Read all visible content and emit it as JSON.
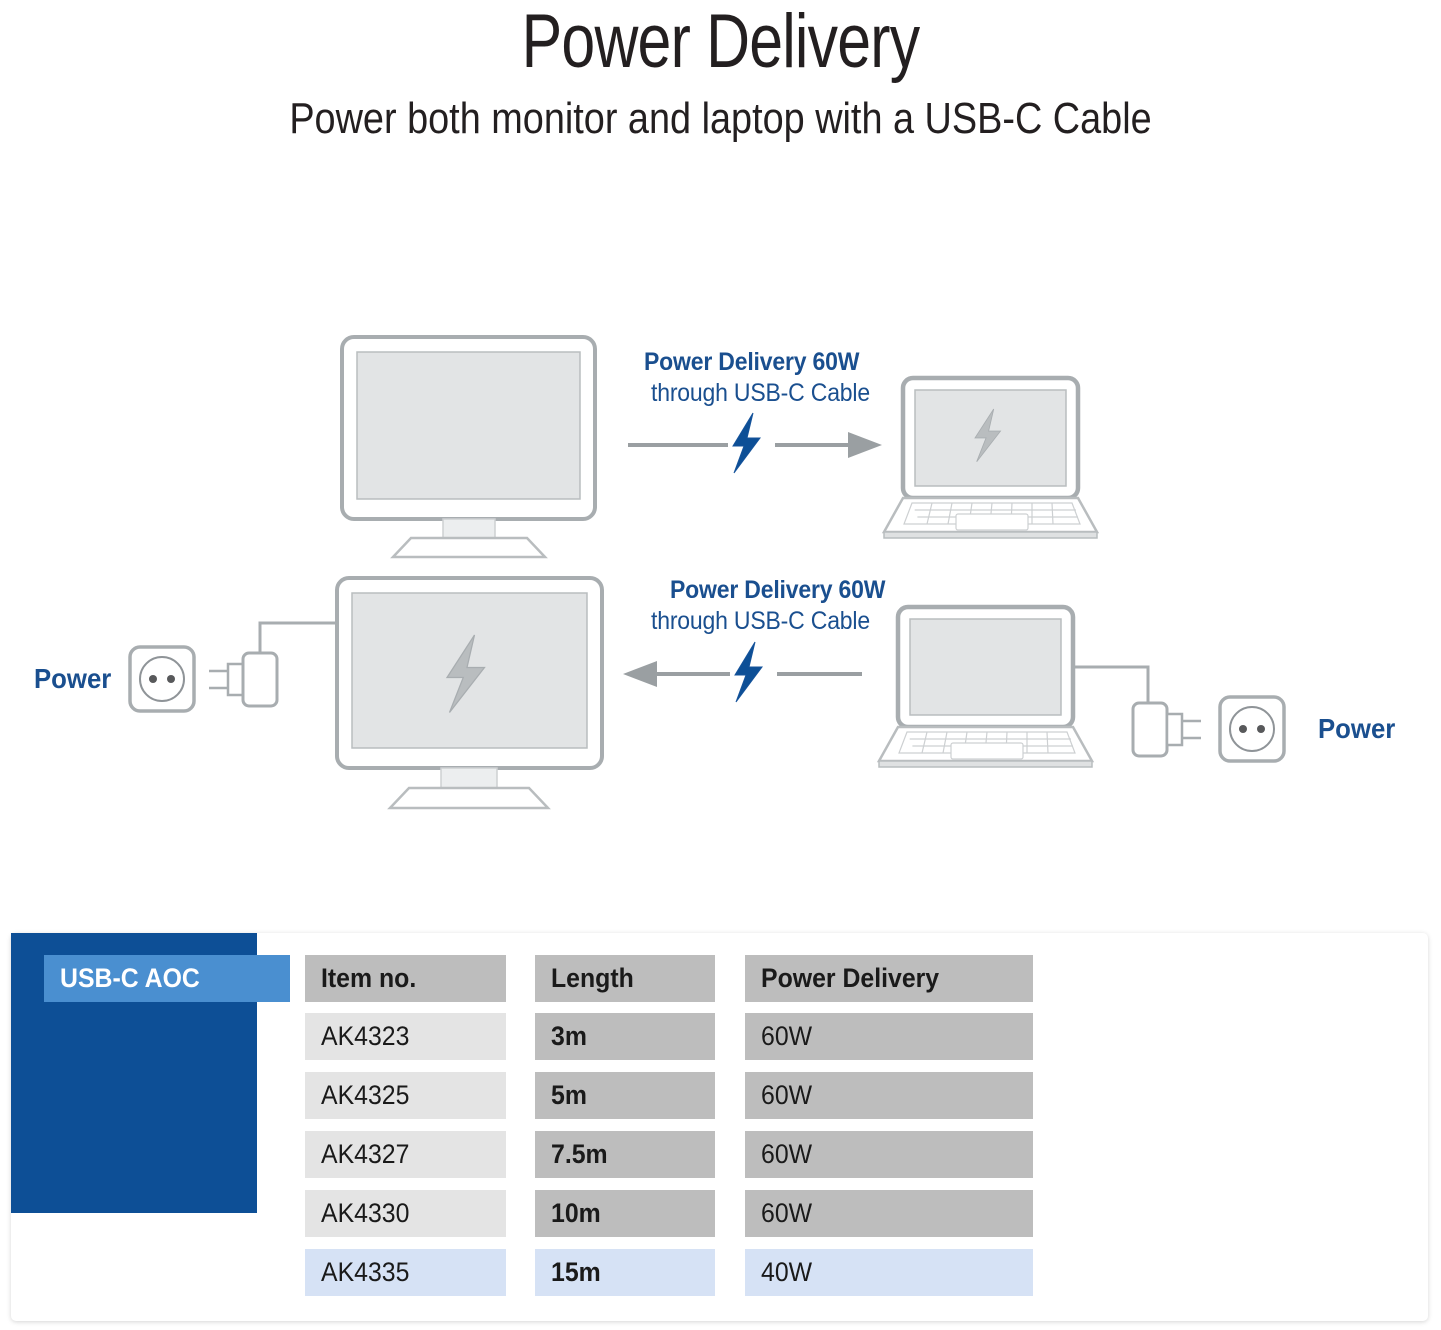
{
  "header": {
    "title": "Power Delivery",
    "subtitle": "Power both monitor and laptop with a USB-C Cable"
  },
  "diagram": {
    "row1": {
      "power_label": "Power",
      "pd_line1": "Power Delivery 60W",
      "pd_line2": "through USB-C Cable",
      "direction": "monitor-to-laptop",
      "source_icon": "monitor-icon",
      "target_icon": "laptop-icon",
      "bolt_icon": "lightning-bolt-icon"
    },
    "row2": {
      "power_label": "Power",
      "pd_line1": "Power Delivery 60W",
      "pd_line2": "through USB-C Cable",
      "direction": "laptop-to-monitor",
      "source_icon": "laptop-icon",
      "target_icon": "monitor-icon",
      "bolt_icon": "lightning-bolt-icon"
    }
  },
  "table": {
    "category_label": "USB-C AOC",
    "columns": [
      "Item no.",
      "Length",
      "Power Delivery"
    ],
    "rows": [
      {
        "item": "AK4323",
        "length": "3m",
        "pd": "60W",
        "highlight": false
      },
      {
        "item": "AK4325",
        "length": "5m",
        "pd": "60W",
        "highlight": false
      },
      {
        "item": "AK4327",
        "length": "7.5m",
        "pd": "60W",
        "highlight": false
      },
      {
        "item": "AK4330",
        "length": "10m",
        "pd": "60W",
        "highlight": false
      },
      {
        "item": "AK4335",
        "length": "15m",
        "pd": "40W",
        "highlight": true
      }
    ]
  },
  "colors": {
    "brand_blue": "#1a4f8f",
    "header_blue": "#4a8fd0",
    "block_navy": "#0d4f96",
    "cell_grey": "#bdbdbd",
    "cell_light_grey": "#e4e4e4",
    "highlight_blue": "#d6e2f5",
    "device_stroke": "#a8adb0",
    "screen_fill": "#e2e4e5",
    "text_dark": "#231f20"
  }
}
